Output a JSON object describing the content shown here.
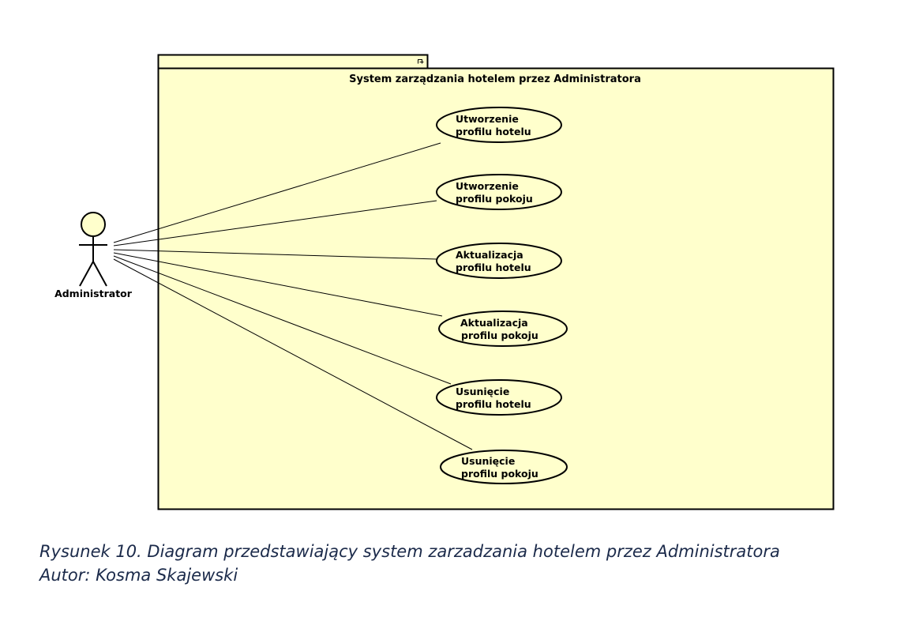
{
  "system": {
    "title": "System zarządzania hotelem przez Administratora",
    "fill": "#FFFFCC",
    "stroke": "#000000"
  },
  "actor": {
    "name": "Administrator",
    "fill": "#FFFFCC"
  },
  "use_cases": [
    {
      "id": "uc-create-hotel",
      "line1": "Utworzenie",
      "line2": "profilu hotelu"
    },
    {
      "id": "uc-create-room",
      "line1": "Utworzenie",
      "line2": "profilu pokoju"
    },
    {
      "id": "uc-update-hotel",
      "line1": "Aktualizacja",
      "line2": "profilu hotelu"
    },
    {
      "id": "uc-update-room",
      "line1": "Aktualizacja",
      "line2": "profilu pokoju"
    },
    {
      "id": "uc-delete-hotel",
      "line1": "Usunięcie",
      "line2": "profilu hotelu"
    },
    {
      "id": "uc-delete-room",
      "line1": "Usunięcie",
      "line2": "profilu pokoju"
    }
  ],
  "caption": {
    "line1": "Rysunek 10. Diagram przedstawiający system zarzadzania hotelem przez Administratora",
    "line2": "Autor: Kosma Skajewski"
  }
}
